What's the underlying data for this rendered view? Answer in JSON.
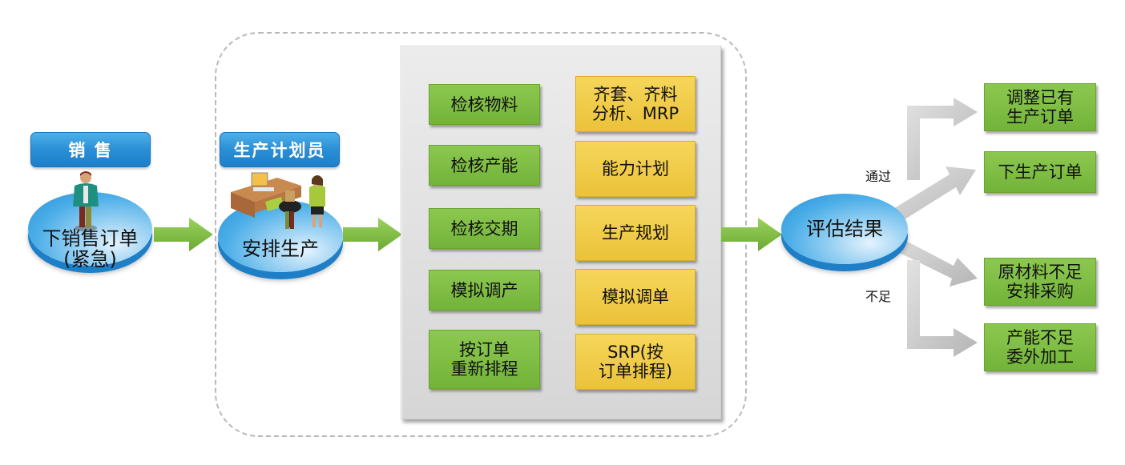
{
  "sales": {
    "role_label": "销 售",
    "disc_line1": "下销售订单",
    "disc_line2": "(紧急)"
  },
  "planner": {
    "role_label": "生产计划员",
    "disc_text": "安排生产"
  },
  "checks": {
    "green_items": [
      {
        "label": "检核物料"
      },
      {
        "label": "检核产能"
      },
      {
        "label": "检核交期"
      },
      {
        "label": "模拟调产"
      },
      {
        "line1": "按订单",
        "line2": "重新排程"
      }
    ],
    "yellow_items": [
      {
        "line1": "齐套、齐料",
        "line2": "分析、MRP"
      },
      {
        "label": "能力计划"
      },
      {
        "label": "生产规划"
      },
      {
        "label": "模拟调单"
      },
      {
        "line1": "SRP(按",
        "line2": "订单排程)"
      }
    ]
  },
  "evaluation": {
    "disc_text": "评估结果",
    "pass_label": "通过",
    "insufficient_label": "不足"
  },
  "outcomes": [
    {
      "line1": "调整已有",
      "line2": "生产订单"
    },
    {
      "label": "下生产订单"
    },
    {
      "line1": "原材料不足",
      "line2": "安排采购"
    },
    {
      "line1": "产能不足",
      "line2": "委外加工"
    }
  ],
  "colors": {
    "green": "#7dbd44",
    "yellow": "#f0ca47",
    "blue": "#2a90d8",
    "arrow_green": "#7dbd44",
    "arrow_grey": "#c9c9c9"
  }
}
